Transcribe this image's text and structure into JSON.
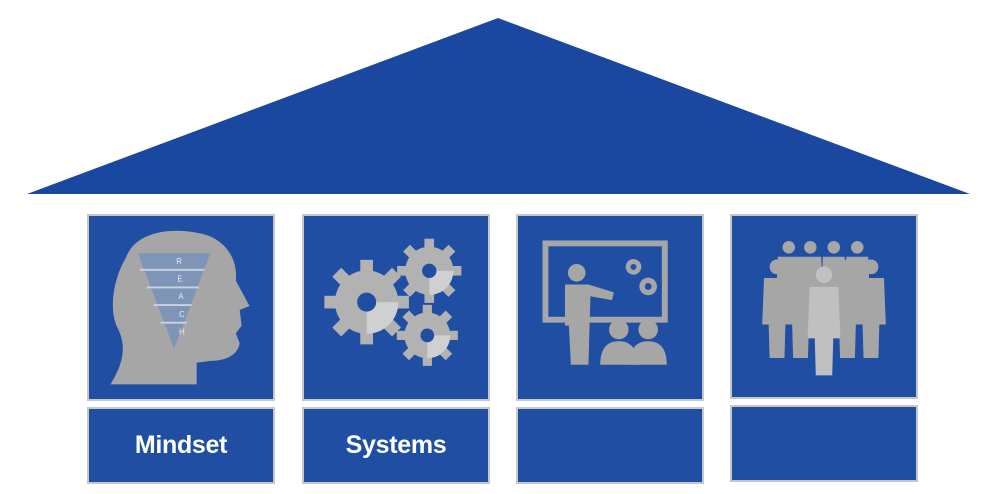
{
  "roof": {
    "color": "#1a47a0"
  },
  "colors": {
    "tile": "#1f4ea3",
    "icon": "#a6a6a6",
    "icon_light": "#c4c4c4"
  },
  "pillars": [
    {
      "icon": "head-funnel-icon",
      "label": "Mindset",
      "funnel_letters": [
        "R",
        "E",
        "A",
        "C",
        "H"
      ]
    },
    {
      "icon": "gears-icon",
      "label": "Systems"
    },
    {
      "icon": "presenter-icon",
      "label": ""
    },
    {
      "icon": "team-icon",
      "label": ""
    }
  ]
}
